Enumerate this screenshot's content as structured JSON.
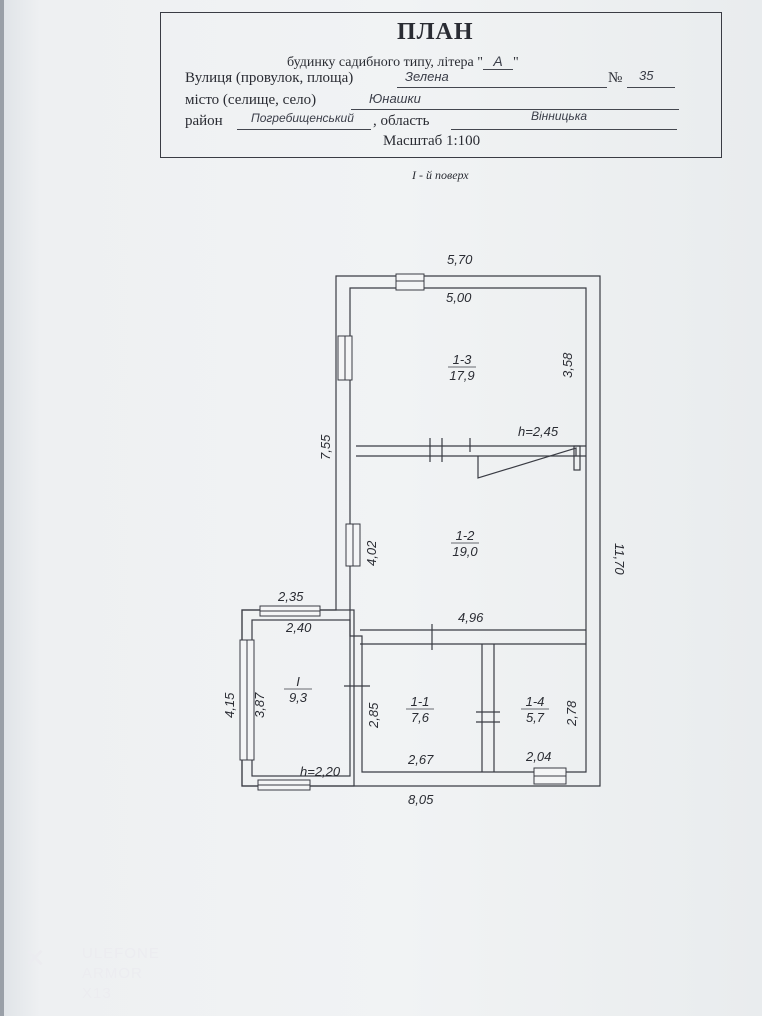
{
  "header": {
    "title": "ПЛАН",
    "subtitle_prefix": "будинку садибного типу, літера \"",
    "litera": "А",
    "subtitle_suffix": "\"",
    "street_label": "Вулиця (провулок, площа)",
    "street_value": "Зелена",
    "number_label": "№",
    "number_value": "35",
    "city_label": "місто (селище, село)",
    "city_value": "Юнашки",
    "district_label": "район",
    "district_value": "Погребищенський",
    "region_label": ", область",
    "region_value": "Вінницька",
    "scale": "Масштаб 1:100"
  },
  "floor_label": "I - й поверх",
  "plan": {
    "dimensions": {
      "top_outer": "5,70",
      "top_inner": "5,00",
      "left_upper": "7,55",
      "right_outer": "11,70",
      "room13_height": "3,58",
      "stair_height": "h=2,45",
      "room12_height": "4,02",
      "room12_width": "4,96",
      "porch_outer_top": "2,35",
      "porch_inner_top": "2,40",
      "porch_outer_left": "4,15",
      "porch_inner_left": "3,87",
      "porch_height": "h=2,20",
      "room11_height": "2,85",
      "room11_width": "2,67",
      "room14_width": "2,04",
      "room14_height": "2,78",
      "bottom_outer": "8,05"
    },
    "rooms": [
      {
        "id": "1-3",
        "area": "17,9"
      },
      {
        "id": "1-2",
        "area": "19,0"
      },
      {
        "id": "I",
        "area": "9,3"
      },
      {
        "id": "1-1",
        "area": "7,6"
      },
      {
        "id": "1-4",
        "area": "5,7"
      }
    ]
  },
  "watermark": {
    "brand": "ULEFONE",
    "model": "ARMOR X13"
  }
}
